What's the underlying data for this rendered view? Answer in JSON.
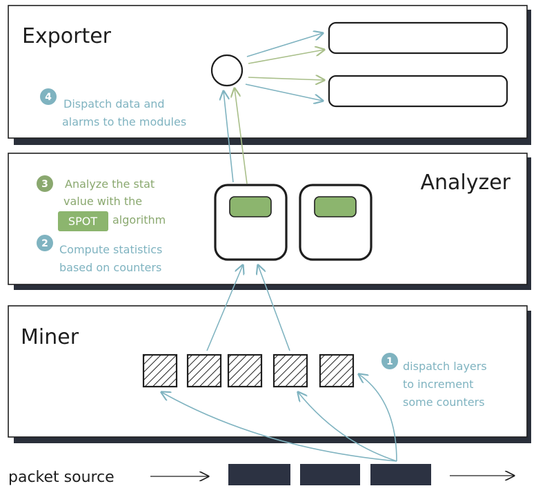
{
  "layers": {
    "exporter": {
      "title": "Exporter"
    },
    "analyzer": {
      "title": "Analyzer"
    },
    "miner": {
      "title": "Miner"
    }
  },
  "notes": {
    "step1": {
      "badge": "1",
      "lines": [
        "dispatch layers",
        "to increment",
        "some counters"
      ]
    },
    "step2": {
      "badge": "2",
      "lines": [
        "Compute statistics",
        "based on counters"
      ]
    },
    "step3": {
      "badge": "3",
      "line1": "Analyze the stat",
      "line2": "value with the",
      "highlight": "SPOT",
      "line3_rest": "algorithm"
    },
    "step4": {
      "badge": "4",
      "lines": [
        "Dispatch data and",
        "alarms to the modules"
      ]
    }
  },
  "packet_source": {
    "label": "packet source"
  },
  "colors": {
    "ink": "#1e1e1e",
    "blue": "#7fb3c0",
    "blue_dark": "#5b9aad",
    "green": "#8aa86f",
    "green_fill": "#8cb56e",
    "shadow": "#2a2f3a",
    "packet": "#2c3242"
  }
}
